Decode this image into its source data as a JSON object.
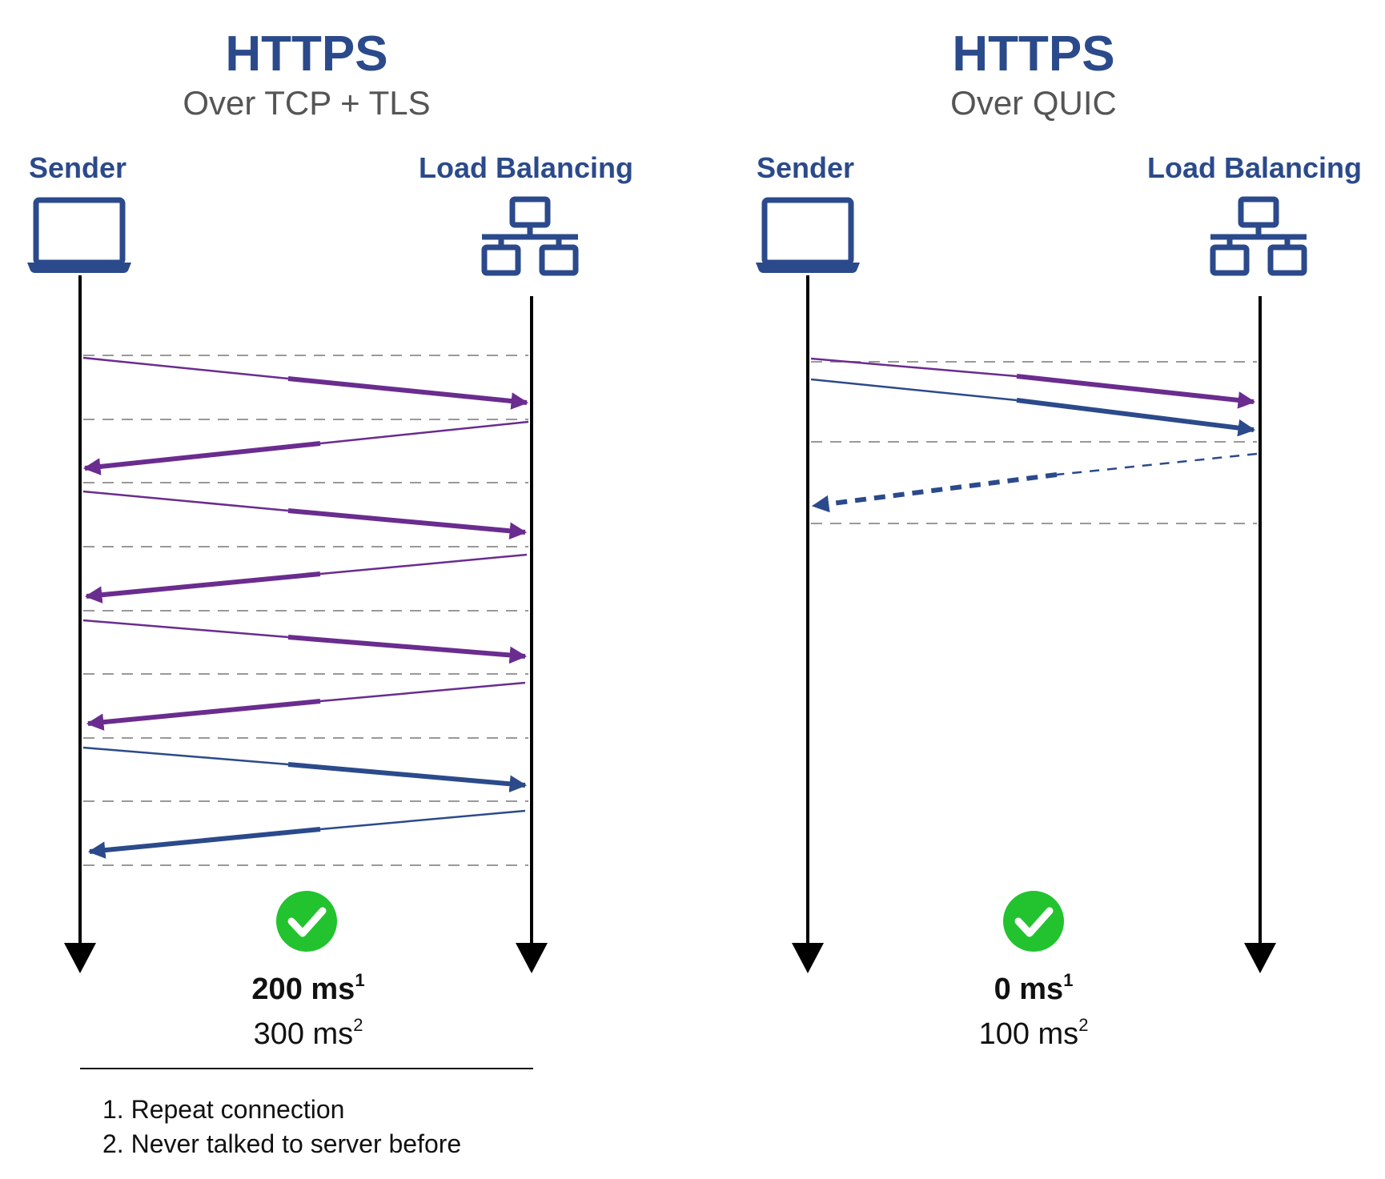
{
  "colors": {
    "brand_blue": "#2b4a8b",
    "purple": "#6a2c8f",
    "check_green": "#22c32e",
    "subtitle_gray": "#555555",
    "divider_gray": "#999999"
  },
  "panels": [
    {
      "title": "HTTPS",
      "subtitle": "Over TCP + TLS",
      "left_actor": "Sender",
      "right_actor": "Load Balancing",
      "left_icon": "laptop-icon",
      "right_icon": "network-icon",
      "result_icon": "check-circle-icon",
      "time_primary": "200 ms",
      "time_primary_mark": "1",
      "time_secondary": "300 ms",
      "time_secondary_mark": "2"
    },
    {
      "title": "HTTPS",
      "subtitle": "Over QUIC",
      "left_actor": "Sender",
      "right_actor": "Load Balancing",
      "left_icon": "laptop-icon",
      "right_icon": "network-icon",
      "result_icon": "check-circle-icon",
      "time_primary": "0 ms",
      "time_primary_mark": "1",
      "time_secondary": "100 ms",
      "time_secondary_mark": "2"
    }
  ],
  "footnotes": [
    "1.  Repeat connection",
    "2. Never talked to server before"
  ]
}
